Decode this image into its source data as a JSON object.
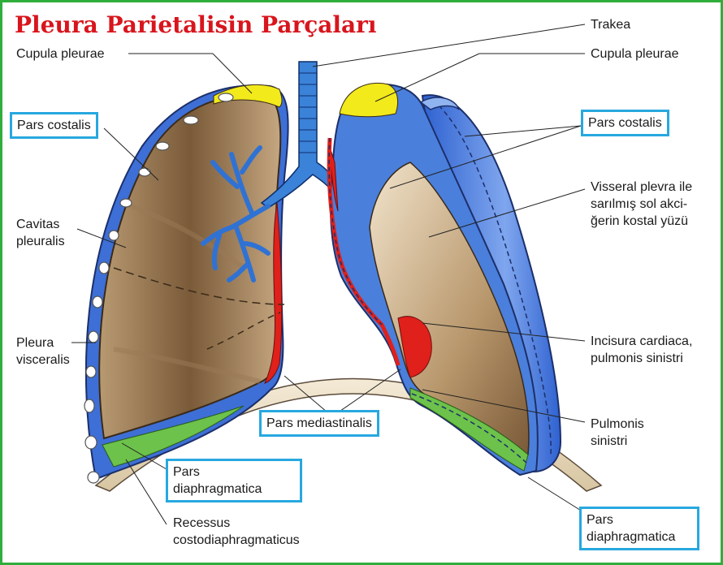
{
  "title": "Pleura Parietalisin Parçaları",
  "labels": {
    "trakea": "Trakea",
    "cupula_left": "Cupula pleurae",
    "cupula_right": "Cupula pleurae",
    "pars_costalis_left": "Pars costalis",
    "pars_costalis_right": "Pars costalis",
    "cavitas_1": "Cavitas",
    "cavitas_2": "pleuralis",
    "visserale_1": "Visseral plevra ile",
    "visserale_2": "sarılmış sol akci-",
    "visserale_3": "ğerin kostal yüzü",
    "pleura_visc_1": "Pleura",
    "pleura_visc_2": "visceralis",
    "incisura_1": "Incisura cardiaca,",
    "incisura_2": "pulmonis sinistri",
    "pars_mediastinalis": "Pars mediastinalis",
    "pulmonis_1": "Pulmonis",
    "pulmonis_2": "sinistri",
    "pars_diaph_left_1": "Pars",
    "pars_diaph_left_2": "diaphragmatica",
    "recessus_1": "Recessus",
    "recessus_2": "costodiaphragmaticus",
    "pars_diaph_right_1": "Pars",
    "pars_diaph_right_2": "diaphragmatica"
  },
  "colors": {
    "frame": "#2fae3b",
    "title": "#d8151d",
    "label_box": "#27a8df",
    "pleura_blue": "#3d6fd6",
    "cupula_yellow": "#f2ea1a",
    "mediastinal_red": "#e0201a",
    "diaphragm_green": "#6cc24a",
    "lung_brown": "#8a6a45"
  }
}
